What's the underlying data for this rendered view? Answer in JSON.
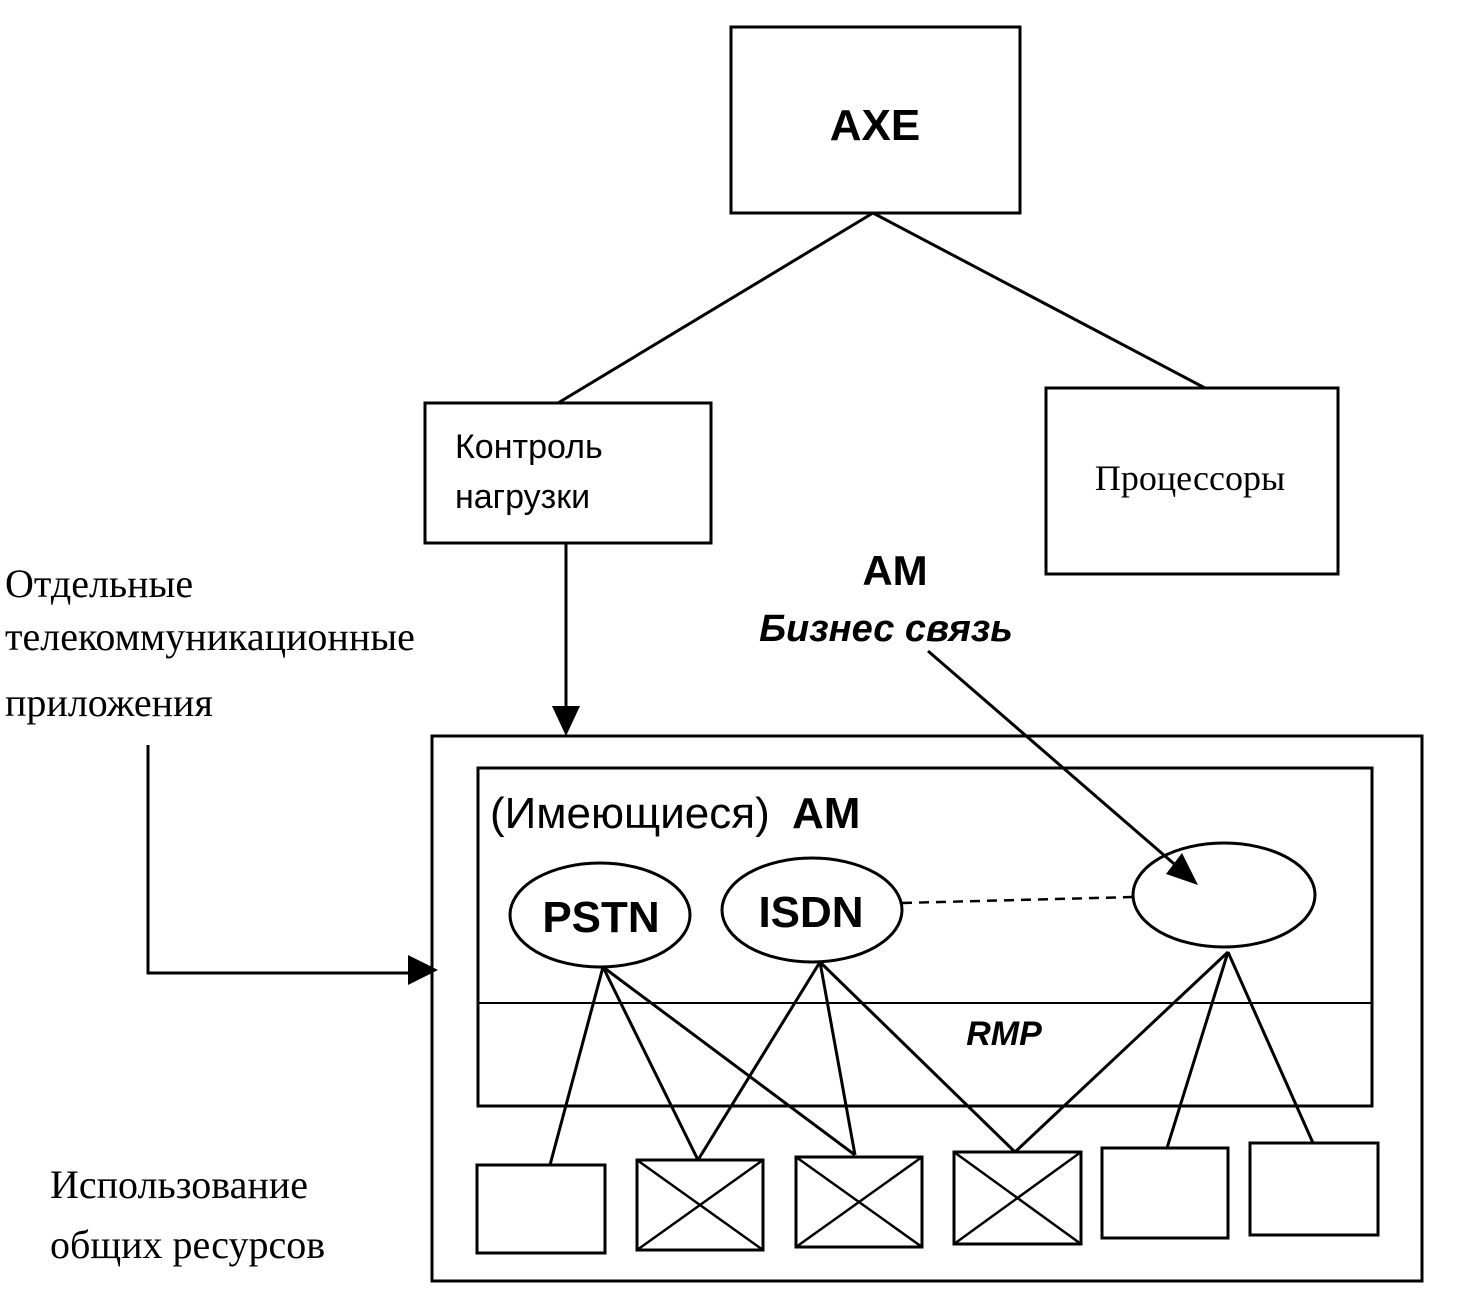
{
  "nodes": {
    "axe": "AXE",
    "load_control_line1": "Контроль",
    "load_control_line2": "нагрузки",
    "processors": "Процессоры",
    "pstn": "PSTN",
    "isdn": "ISDN",
    "rmp": "RMP"
  },
  "labels": {
    "am_top": "AM",
    "business_comm": "Бизнес связь",
    "existing_am_prefix": "(Имеющиеся)",
    "existing_am_suffix": "AM",
    "apps_line1": "Отдельные",
    "apps_line2": "телекоммуникационные",
    "apps_line3": "приложения",
    "shared_line1": "Использование",
    "shared_line2": "общих ресурсов"
  },
  "colors": {
    "ink": "#000000",
    "background": "#ffffff"
  }
}
